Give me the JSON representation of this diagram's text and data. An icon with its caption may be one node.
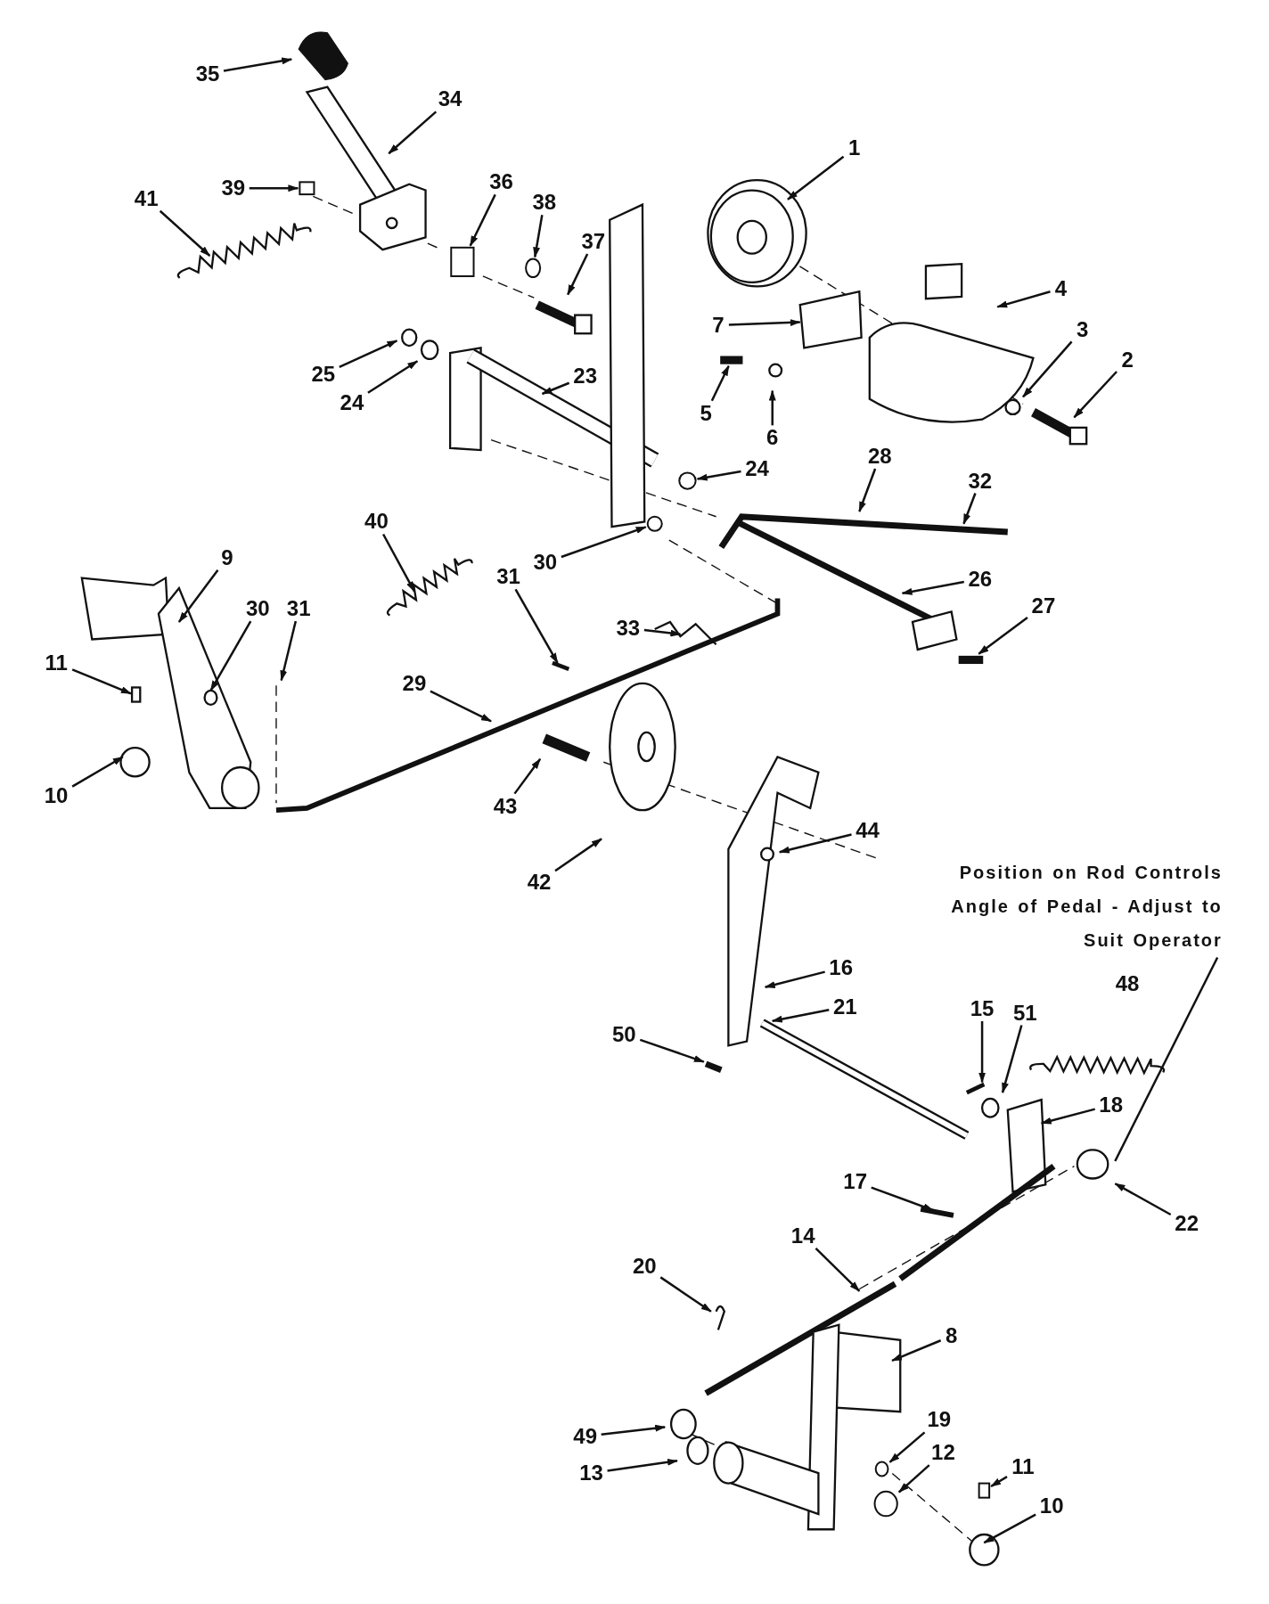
{
  "diagram": {
    "nodes": [
      {
        "text": [
          "35"
        ]
      },
      {
        "text": [
          "34"
        ]
      },
      {
        "text": [
          "39"
        ]
      },
      {
        "text": [
          "41"
        ]
      },
      {
        "text": [
          "36"
        ]
      },
      {
        "text": [
          "38"
        ]
      },
      {
        "text": [
          "37"
        ]
      },
      {
        "text": [
          "1"
        ]
      },
      {
        "text": [
          "4"
        ]
      },
      {
        "text": [
          "7"
        ]
      },
      {
        "text": [
          "3"
        ]
      },
      {
        "text": [
          "2"
        ]
      },
      {
        "text": [
          "25"
        ]
      },
      {
        "text": [
          "24"
        ]
      },
      {
        "text": [
          "23"
        ]
      },
      {
        "text": [
          "5"
        ]
      },
      {
        "text": [
          "6"
        ]
      },
      {
        "text": [
          "24"
        ]
      },
      {
        "text": [
          "28"
        ]
      },
      {
        "text": [
          "32"
        ]
      },
      {
        "text": [
          "9"
        ]
      },
      {
        "text": [
          "40"
        ]
      },
      {
        "text": [
          "30"
        ]
      },
      {
        "text": [
          "31"
        ]
      },
      {
        "text": [
          "30"
        ]
      },
      {
        "text": [
          "31"
        ]
      },
      {
        "text": [
          "33"
        ]
      },
      {
        "text": [
          "26"
        ]
      },
      {
        "text": [
          "27"
        ]
      },
      {
        "text": [
          "11"
        ]
      },
      {
        "text": [
          "29"
        ]
      },
      {
        "text": [
          "10"
        ]
      },
      {
        "text": [
          "43"
        ]
      },
      {
        "text": [
          "42"
        ]
      },
      {
        "text": [
          "44"
        ]
      },
      {
        "text": [
          "Position on Rod Controls Angle of Pedal - Adjust to Suit Operator"
        ]
      },
      {
        "text": [
          "16"
        ]
      },
      {
        "text": [
          "21"
        ]
      },
      {
        "text": [
          "50"
        ]
      },
      {
        "text": [
          "15"
        ]
      },
      {
        "text": [
          "51"
        ]
      },
      {
        "text": [
          "18"
        ]
      },
      {
        "text": [
          "17"
        ]
      },
      {
        "text": [
          "22"
        ]
      },
      {
        "text": [
          "14"
        ]
      },
      {
        "text": [
          "20"
        ]
      },
      {
        "text": [
          "8"
        ]
      },
      {
        "text": [
          "49"
        ]
      },
      {
        "text": [
          "13"
        ]
      },
      {
        "text": [
          "19"
        ]
      },
      {
        "text": [
          "12"
        ]
      },
      {
        "text": [
          "11"
        ]
      },
      {
        "text": [
          "10"
        ]
      },
      {
        "text": [],
        "shape": "circle"
      },
      {
        "text": [],
        "shape": "bar"
      },
      {
        "text": [],
        "shape": "circle"
      },
      {
        "text": [],
        "shape": "bar"
      },
      {
        "text": [],
        "shape": "circle"
      },
      {
        "text": [],
        "shape": "box"
      },
      {
        "text": [],
        "shape": "circle"
      },
      {
        "text": [],
        "shape": "circle"
      },
      {
        "text": [],
        "shape": "box"
      },
      {
        "text": [],
        "shape": "box"
      }
    ],
    "edges": [
      {
        "from": 0,
        "to": null,
        "arrow": "to"
      },
      {
        "from": 1,
        "to": null,
        "arrow": "to"
      },
      {
        "from": 2,
        "to": 61,
        "arrow": "to"
      },
      {
        "from": 3,
        "to": null,
        "arrow": "to"
      },
      {
        "from": 4,
        "to": 62,
        "arrow": "to"
      },
      {
        "from": 5,
        "to": 53,
        "arrow": "to"
      },
      {
        "from": 6,
        "to": null,
        "arrow": "to"
      },
      {
        "from": 7,
        "to": null,
        "arrow": "to"
      },
      {
        "from": 8,
        "to": null,
        "arrow": "to"
      },
      {
        "from": 9,
        "to": null,
        "arrow": "to"
      },
      {
        "from": 10,
        "to": null,
        "arrow": "to"
      },
      {
        "from": 11,
        "to": null,
        "arrow": "to"
      },
      {
        "from": 12,
        "to": null,
        "arrow": "to"
      },
      {
        "from": 13,
        "to": null,
        "arrow": "to"
      },
      {
        "from": 14,
        "to": null,
        "arrow": "to"
      },
      {
        "from": 15,
        "to": 54,
        "arrow": "to"
      },
      {
        "from": 16,
        "to": null,
        "arrow": "to"
      },
      {
        "from": 17,
        "to": 55,
        "arrow": "to"
      },
      {
        "from": 18,
        "to": null,
        "arrow": "to"
      },
      {
        "from": 19,
        "to": null,
        "arrow": "to"
      },
      {
        "from": 20,
        "to": null,
        "arrow": "to"
      },
      {
        "from": 21,
        "to": null,
        "arrow": "to"
      },
      {
        "from": 22,
        "to": 59,
        "arrow": "to"
      },
      {
        "from": 23,
        "to": null,
        "arrow": "to"
      },
      {
        "from": 24,
        "to": null,
        "arrow": "to"
      },
      {
        "from": 25,
        "to": null,
        "arrow": "to"
      },
      {
        "from": 26,
        "to": null,
        "arrow": "to"
      },
      {
        "from": 27,
        "to": null,
        "arrow": "to"
      },
      {
        "from": 28,
        "to": 56,
        "arrow": "to"
      },
      {
        "from": 29,
        "to": null,
        "arrow": "to"
      },
      {
        "from": 30,
        "to": null,
        "arrow": "to"
      },
      {
        "from": 31,
        "to": null,
        "arrow": "to"
      },
      {
        "from": 32,
        "to": null,
        "arrow": "to"
      },
      {
        "from": 33,
        "to": null,
        "arrow": "to"
      },
      {
        "from": 34,
        "to": null,
        "arrow": "to"
      },
      {
        "from": 35,
        "to": null,
        "arrow": "none"
      },
      {
        "from": 36,
        "to": null,
        "arrow": "to"
      },
      {
        "from": 37,
        "to": null,
        "arrow": "to"
      },
      {
        "from": 38,
        "to": null,
        "arrow": "to"
      },
      {
        "from": 39,
        "to": null,
        "arrow": "to"
      },
      {
        "from": 40,
        "to": null,
        "arrow": "to"
      },
      {
        "from": 41,
        "to": null,
        "arrow": "to"
      },
      {
        "from": 42,
        "to": null,
        "arrow": "to"
      },
      {
        "from": 43,
        "to": null,
        "arrow": "to"
      },
      {
        "from": 44,
        "to": null,
        "arrow": "to"
      },
      {
        "from": 45,
        "to": null,
        "arrow": "to"
      },
      {
        "from": 46,
        "to": null,
        "arrow": "to"
      },
      {
        "from": 47,
        "to": null,
        "arrow": "to"
      },
      {
        "from": 48,
        "to": null,
        "arrow": "to"
      },
      {
        "from": 49,
        "to": 57,
        "arrow": "to"
      },
      {
        "from": 50,
        "to": 60,
        "arrow": "to"
      },
      {
        "from": 51,
        "to": 58,
        "arrow": "to"
      },
      {
        "from": 52,
        "to": null,
        "arrow": "to"
      }
    ],
    "labels": [
      "48"
    ]
  }
}
